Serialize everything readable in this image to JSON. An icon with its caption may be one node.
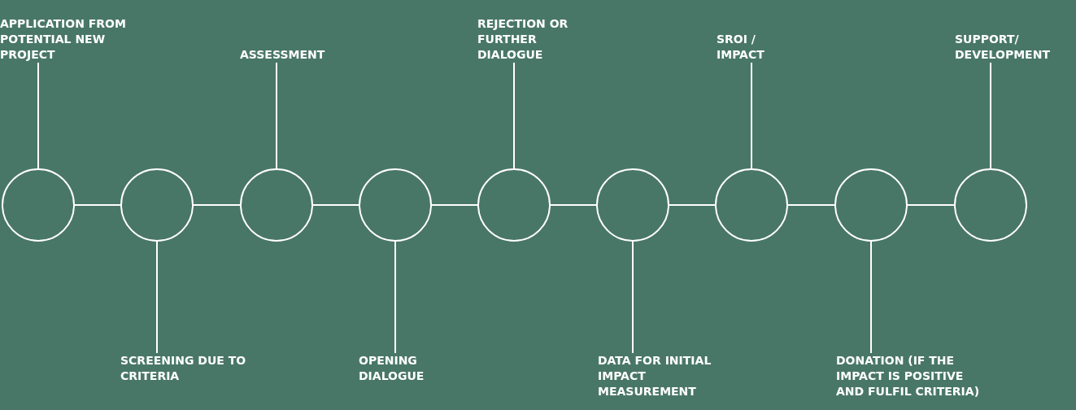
{
  "diagram": {
    "nodes": [
      {
        "text": [
          "APPLICATION FROM POTENTIAL NEW PROJECT"
        ]
      },
      {
        "text": [
          "SCREENING DUE TO CRITERIA"
        ]
      },
      {
        "text": [
          "ASSESSMENT"
        ]
      },
      {
        "text": [
          "OPENING DIALOGUE"
        ]
      },
      {
        "text": [
          "REJECTION OR FURTHER DIALOGUE"
        ]
      },
      {
        "text": [
          "DATA FOR INITIAL IMPACT MEASUREMENT"
        ]
      },
      {
        "text": [
          "SROI / IMPACT"
        ]
      },
      {
        "text": [
          "DONATION (IF THE IMPACT IS POSITIVE AND FULFIL CRITERIA)"
        ]
      },
      {
        "text": [
          "SUPPORT/ DEVELOPMENT"
        ]
      },
      {
        "text": [],
        "shape": "circle"
      },
      {
        "text": [],
        "shape": "circle"
      },
      {
        "text": [],
        "shape": "circle"
      },
      {
        "text": [],
        "shape": "circle"
      },
      {
        "text": [],
        "shape": "circle"
      },
      {
        "text": [],
        "shape": "circle"
      },
      {
        "text": [],
        "shape": "circle"
      },
      {
        "text": [],
        "shape": "circle"
      },
      {
        "text": [],
        "shape": "circle"
      }
    ],
    "edges": [
      {
        "from": 9,
        "to": 10,
        "arrow": "none"
      },
      {
        "from": 10,
        "to": 11,
        "arrow": "none"
      },
      {
        "from": 11,
        "to": 12,
        "arrow": "none"
      },
      {
        "from": 12,
        "to": 13,
        "arrow": "none"
      },
      {
        "from": 13,
        "to": 14,
        "arrow": "none"
      },
      {
        "from": 14,
        "to": 15,
        "arrow": "none"
      },
      {
        "from": 15,
        "to": 16,
        "arrow": "none"
      },
      {
        "from": 16,
        "to": 17,
        "arrow": "none"
      },
      {
        "from": 0,
        "to": 9,
        "arrow": "none"
      },
      {
        "from": 1,
        "to": 10,
        "arrow": "none"
      },
      {
        "from": 2,
        "to": 11,
        "arrow": "none"
      },
      {
        "from": 3,
        "to": 12,
        "arrow": "none"
      },
      {
        "from": 4,
        "to": 13,
        "arrow": "none"
      },
      {
        "from": 5,
        "to": 14,
        "arrow": "none"
      },
      {
        "from": 6,
        "to": 15,
        "arrow": "none"
      },
      {
        "from": 7,
        "to": 16,
        "arrow": "none"
      },
      {
        "from": 8,
        "to": 17,
        "arrow": "none"
      }
    ]
  }
}
